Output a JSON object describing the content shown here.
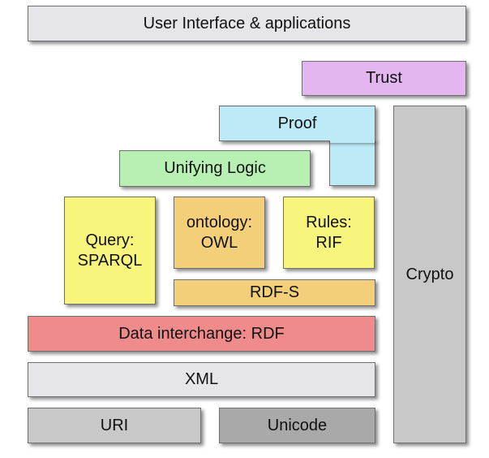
{
  "layers": {
    "ui": {
      "label": "User Interface & applications",
      "color": "#e6e6ea"
    },
    "trust": {
      "label": "Trust",
      "color": "#e3b6f0"
    },
    "proof": {
      "label": "Proof",
      "color": "#bdeaf7"
    },
    "unifying_logic": {
      "label": "Unifying Logic",
      "color": "#b8f0b4"
    },
    "query": {
      "label": "Query:\nSPARQL",
      "color": "#f7f57b"
    },
    "ontology": {
      "label": "ontology:\nOWL",
      "color": "#f3cf79"
    },
    "rules": {
      "label": "Rules:\nRIF",
      "color": "#f7f57b"
    },
    "rdfs": {
      "label": "RDF-S",
      "color": "#f3cf79"
    },
    "rdf": {
      "label": "Data interchange: RDF",
      "color": "#f08b8b"
    },
    "xml": {
      "label": "XML",
      "color": "#e6e6ea"
    },
    "uri": {
      "label": "URI",
      "color": "#c8c8c8"
    },
    "unicode": {
      "label": "Unicode",
      "color": "#a9a9a9"
    },
    "crypto": {
      "label": "Crypto",
      "color": "#c8c8c8"
    }
  }
}
